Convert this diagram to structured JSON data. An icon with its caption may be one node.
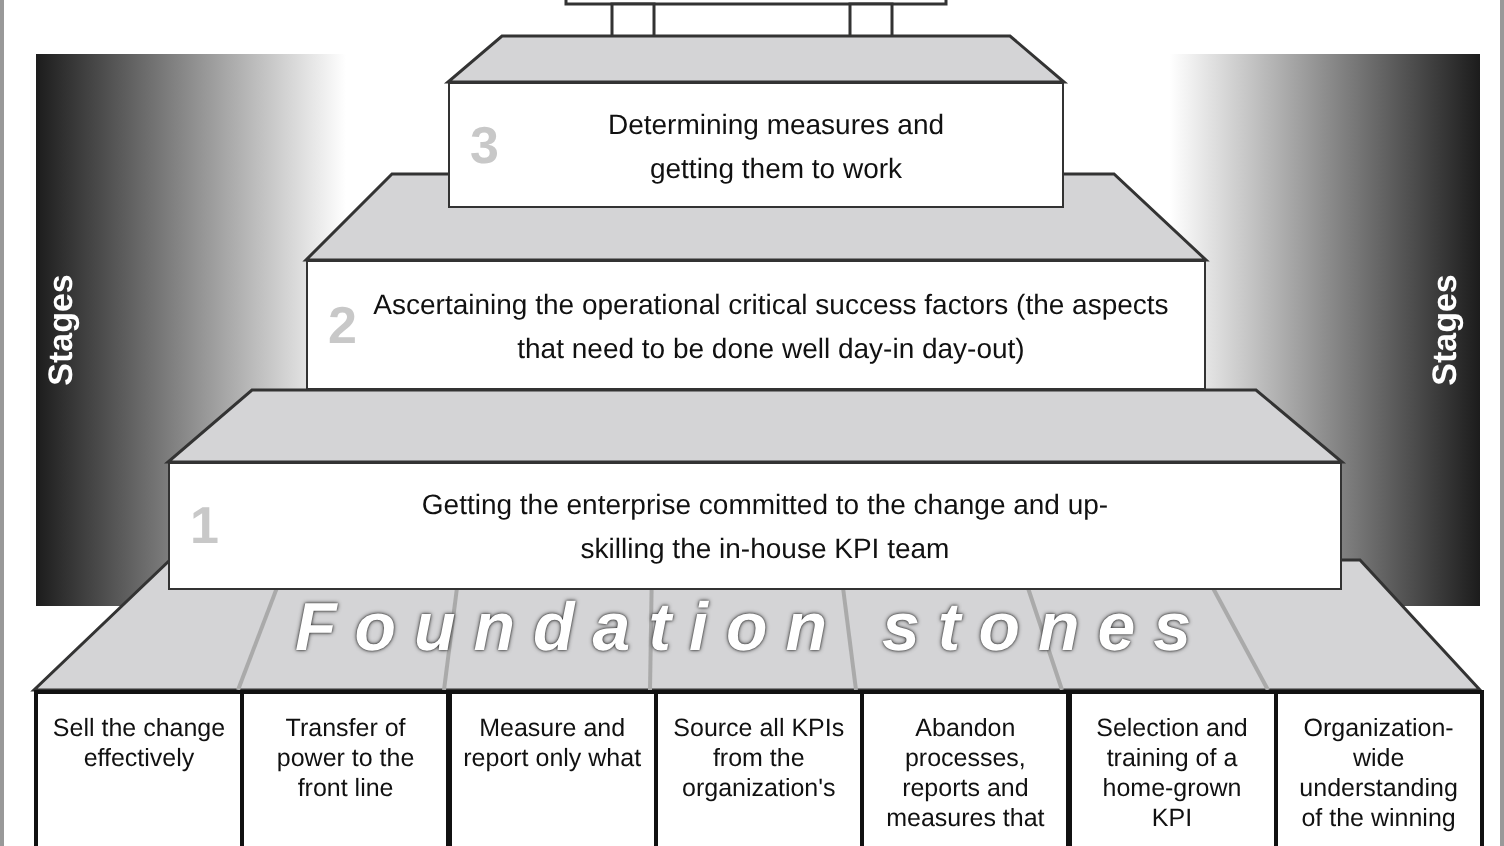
{
  "diagram": {
    "nodes": [
      {
        "text": [
          "3",
          "Determining measures and getting them to work"
        ]
      },
      {
        "text": [
          "2",
          "Ascertaining the operational critical success factors (the aspects that need to be done well day-in day-out)"
        ]
      },
      {
        "text": [
          "1",
          "Getting the enterprise committed to the change and up-skilling the in-house KPI team"
        ]
      },
      {
        "text": [
          "Foundation stones"
        ]
      },
      {
        "text": [
          "Sell the change effectively"
        ]
      },
      {
        "text": [
          "Transfer of power to the front line"
        ]
      },
      {
        "text": [
          "Measure and report only what"
        ]
      },
      {
        "text": [
          "Source all KPIs from the organization's"
        ]
      },
      {
        "text": [
          "Abandon processes, reports and measures that"
        ]
      },
      {
        "text": [
          "Selection and training of a home-grown KPI"
        ]
      },
      {
        "text": [
          "Organization-wide understanding of the winning"
        ]
      }
    ],
    "labels": [
      "Stages",
      "Stages"
    ]
  }
}
